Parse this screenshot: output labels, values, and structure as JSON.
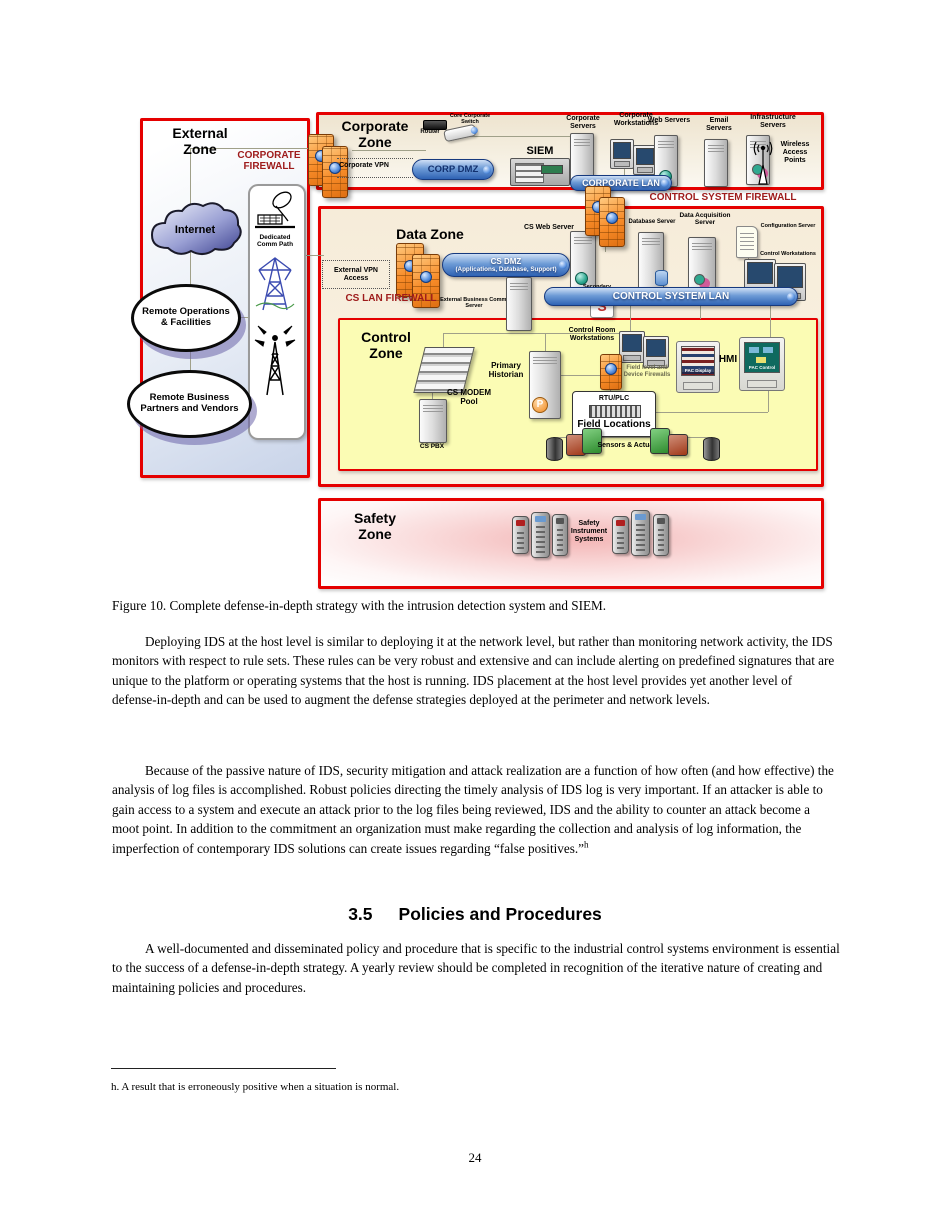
{
  "diagram": {
    "external": {
      "label": "External Zone",
      "corporate_firewall": "CORPORATE FIREWALL",
      "internet": "Internet",
      "remote_ops": "Remote Operations & Facilities",
      "remote_partners": "Remote Business Partners and Vendors",
      "comm_path": "Dedicated Comm Path"
    },
    "corporate": {
      "label": "Corporate Zone",
      "router": "Router",
      "core_switch": "Core Corporate Switch",
      "vpn": "Corporate VPN",
      "corp_dmz": "CORP DMZ",
      "siem": "SIEM",
      "servers": "Corporate Servers",
      "workstations": "Corporate Workstations",
      "web": "Web Servers",
      "email": "Email Servers",
      "infra": "Infrastructure Servers",
      "wireless": "Wireless Access Points",
      "lan": "CORPORATE LAN"
    },
    "cs_firewall": "CONTROL SYSTEM FIREWALL",
    "data": {
      "label": "Data Zone",
      "ext_vpn": "External VPN Access",
      "cs_lan_firewall": "CS LAN FIREWALL",
      "cs_dmz_line1": "CS DMZ",
      "cs_dmz_line2": "(Applications, Database, Support)",
      "cs_web": "CS Web Server",
      "sec_historian": "Secondary Historian",
      "ext_biz": "External Business Comm. Server",
      "db": "Database Server",
      "daq": "Data Acquisition Server",
      "config": "Configuration Server",
      "ctrl_ws": "Control Workstations",
      "lan": "CONTROL SYSTEM LAN"
    },
    "control": {
      "label": "Control Zone",
      "modem": "CS MODEM Pool",
      "pbx": "CS PBX",
      "historian": "Primary Historian",
      "room_ws": "Control Room Workstations",
      "field_fw": "Field level and Device Firewalls",
      "rtu": "RTU/PLC",
      "field_loc": "Field Locations",
      "sensors": "Sensors & Actuators",
      "hmi": "HMI",
      "pac_display": "PAC Display",
      "pac_control": "PAC Control"
    },
    "safety": {
      "label": "Safety Zone",
      "sis": "Safety Instrument Systems"
    }
  },
  "page": {
    "caption": "Figure 10. Complete defense-in-depth strategy with the intrusion detection system and SIEM.",
    "p1": "Deploying IDS at the host level is similar to deploying it at the network level, but rather than monitoring network activity, the IDS monitors with respect to rule sets. These rules can be very robust and extensive and can include alerting on predefined signatures that are unique to the platform or operating systems that the host is running. IDS placement at the host level provides yet another level of defense-in-depth and can be used to augment the defense strategies deployed at the perimeter and network levels.",
    "p2": "Because of the passive nature of IDS, security mitigation and attack realization are a function of how often (and how effective) the analysis of log files is accomplished. Robust policies directing the timely analysis of IDS log is very important. If an attacker is able to gain access to a system and execute an attack prior to the log files being reviewed, IDS and the ability to counter an attack become a moot point. In addition to the commitment an organization must make regarding the collection and analysis of log information, the imperfection of contemporary IDS solutions can create issues regarding “false positives.”",
    "p2_ref": "h",
    "heading_number": "3.5",
    "heading_title": "Policies and Procedures",
    "p3": "A well-documented and disseminated policy and procedure that is specific to the industrial control systems environment is essential to the success of a defense-in-depth strategy. A yearly review should be completed in recognition of the iterative nature of creating and maintaining policies and procedures.",
    "footnote": "h. A result that is erroneously positive when a situation is normal.",
    "page_number": "24"
  }
}
